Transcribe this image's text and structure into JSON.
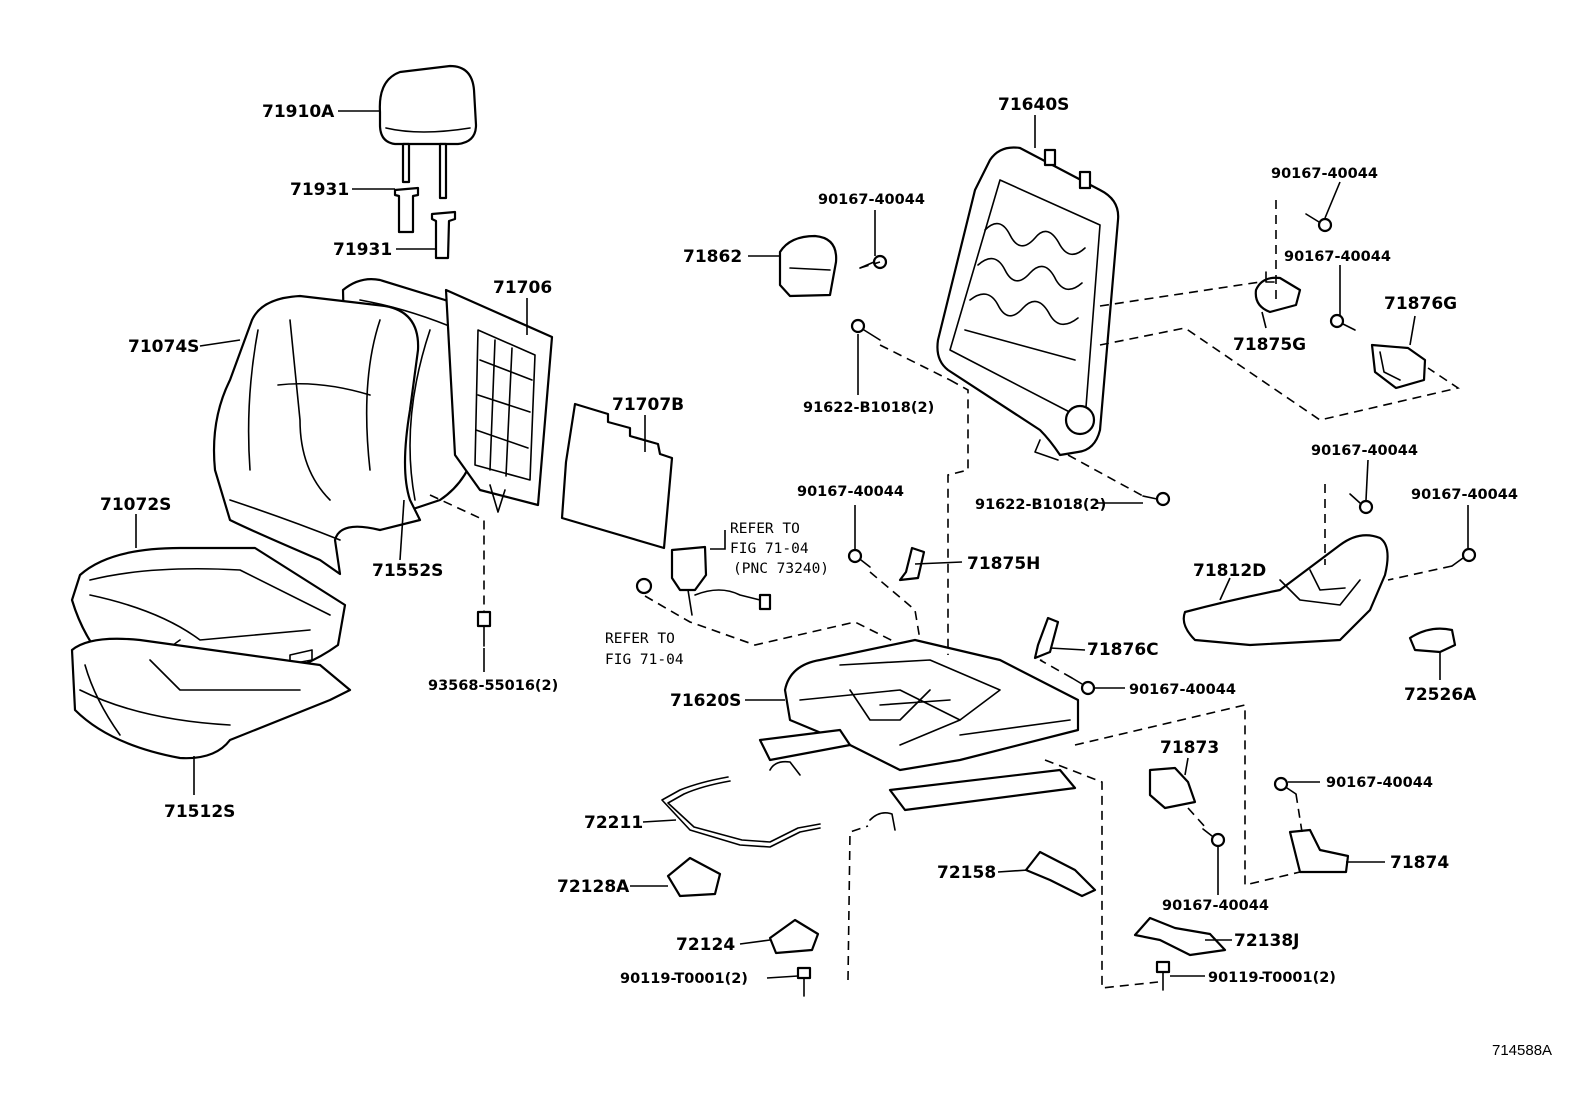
{
  "diagram": {
    "reference": "714588A",
    "parts": {
      "headrest": "71910A",
      "headrest_guide_1": "71931",
      "headrest_guide_2": "71931",
      "back_cover_pad": "71074S",
      "back_pad": "71552S",
      "back_board": "71706",
      "back_sheet": "71707B",
      "cushion_cover": "71072S",
      "cushion_pad": "71512S",
      "back_clip": "93568-55016(2)",
      "back_frame": "71640S",
      "side_cover_upper": "71862",
      "bolt_upper_left": "90167-40044",
      "bolt_back_frame_upper": "91622-B1018(2)",
      "bolt_back_frame_lower": "91622-B1018(2)",
      "bolt_right_top": "90167-40044",
      "bolt_right_second": "90167-40044",
      "hinge_cover_g": "71875G",
      "hinge_cover_876g": "71876G",
      "bolt_right_third": "90167-40044",
      "bolt_right_fourth": "90167-40044",
      "shield_outer": "71812D",
      "knob": "72526A",
      "bolt_middle_left": "90167-40044",
      "hinge_cover_h": "71875H",
      "cover_876c": "71876C",
      "bolt_876c": "90167-40044",
      "cushion_frame": "71620S",
      "bracket_71873": "71873",
      "bolt_71873": "90167-40044",
      "bolt_71874": "90167-40044",
      "bracket_71874": "71874",
      "wire_72211": "72211",
      "cover_72128a": "72128A",
      "cover_72158": "72158",
      "cover_72124": "72124",
      "bolt_front_left": "90119-T0001(2)",
      "cover_72138j": "72138J",
      "bolt_front_right": "90119-T0001(2)"
    },
    "notes": {
      "belt_refer_1": "REFER TO",
      "belt_refer_2": "FIG 71-04",
      "belt_refer_3": "(PNC 73240)",
      "anchor_refer_1": "REFER TO",
      "anchor_refer_2": "FIG 71-04"
    }
  }
}
